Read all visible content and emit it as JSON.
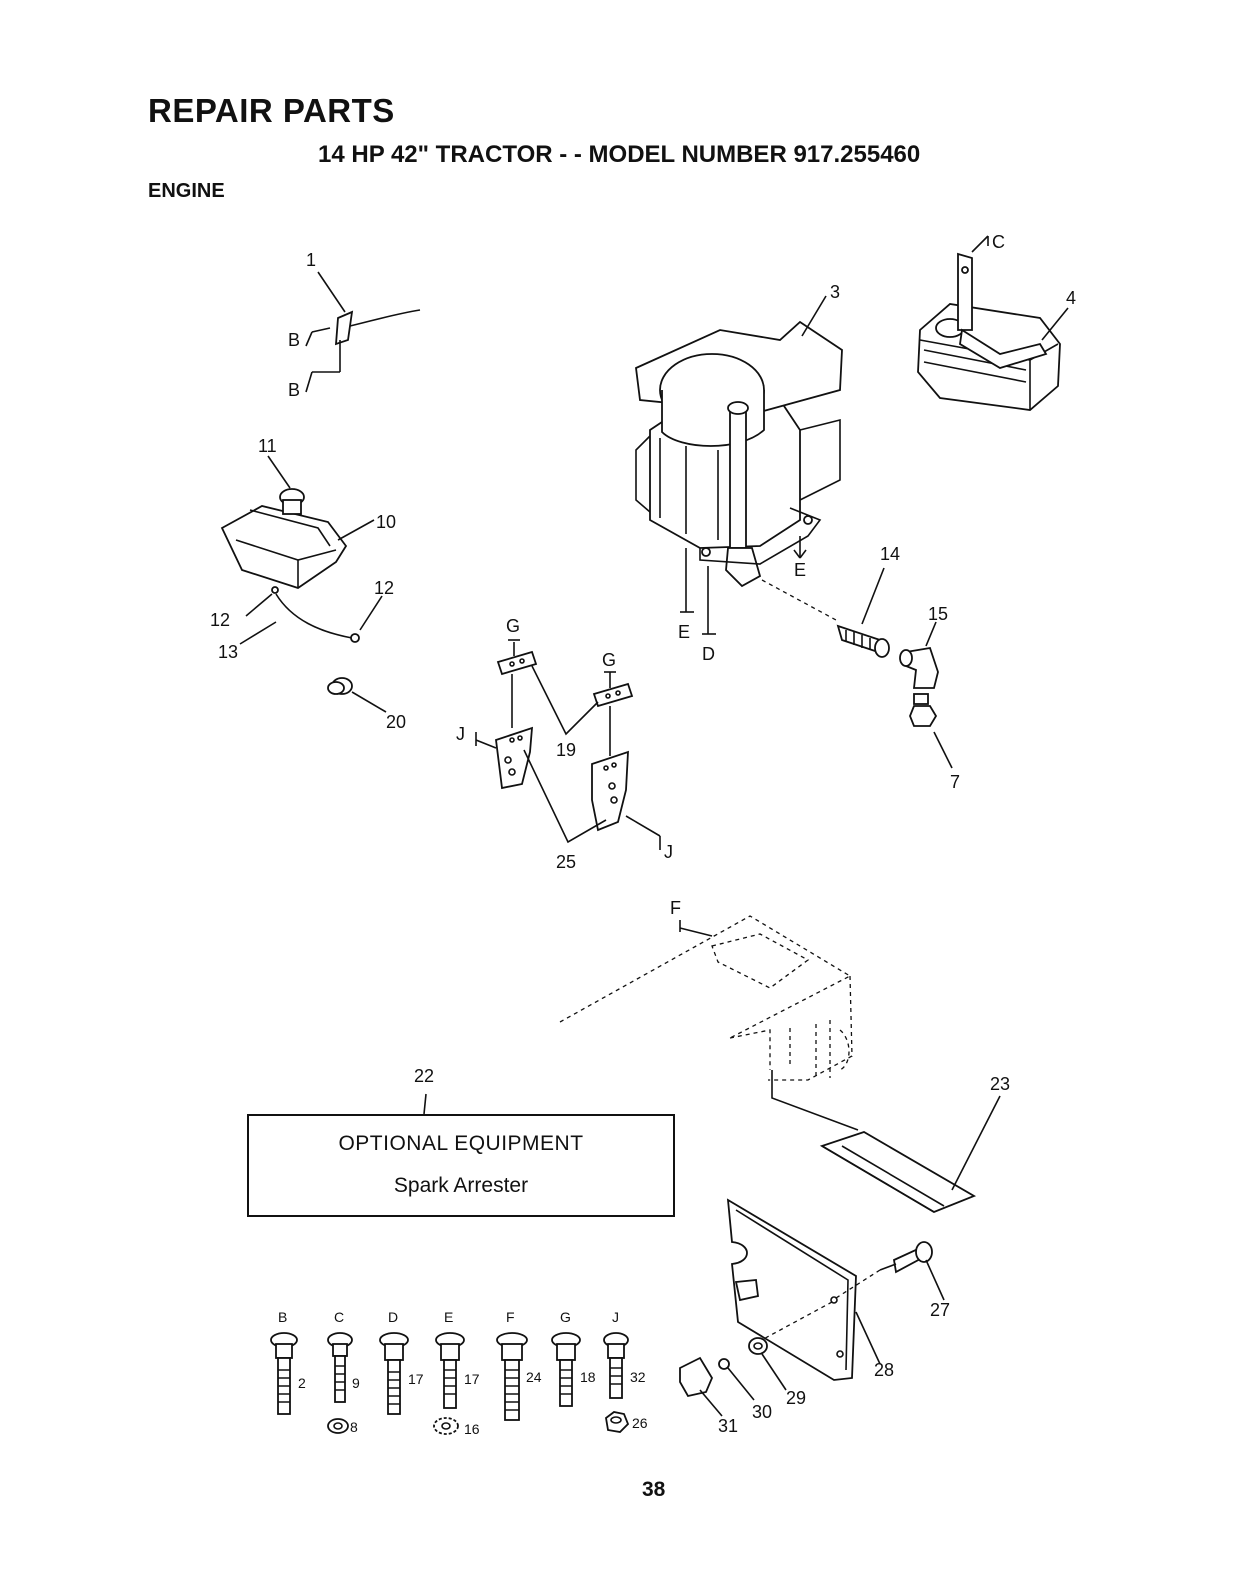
{
  "header": {
    "title": "REPAIR PARTS",
    "subtitle": "14 HP 42\" TRACTOR - - MODEL NUMBER 917.255460",
    "section": "ENGINE"
  },
  "optional_box": {
    "line1": "OPTIONAL EQUIPMENT",
    "line2": "Spark Arrester"
  },
  "page_number": "38",
  "callouts": {
    "c1": "1",
    "c3": "3",
    "c4": "4",
    "c7": "7",
    "c10": "10",
    "c11": "11",
    "c12a": "12",
    "c12b": "12",
    "c13": "13",
    "c14": "14",
    "c15": "15",
    "c19": "19",
    "c20": "20",
    "c22": "22",
    "c23": "23",
    "c25": "25",
    "c27": "27",
    "c28": "28",
    "c29": "29",
    "c30": "30",
    "c31": "31"
  },
  "ref_letters": {
    "B1": "B",
    "B2": "B",
    "C": "C",
    "D": "D",
    "E1": "E",
    "E2": "E",
    "F": "F",
    "G1": "G",
    "G2": "G",
    "J1": "J",
    "J2": "J"
  },
  "hardware_key": [
    {
      "letter": "B",
      "part": "2"
    },
    {
      "letter": "C",
      "part": "9",
      "washer": "8"
    },
    {
      "letter": "D",
      "part": "17"
    },
    {
      "letter": "E",
      "part": "17",
      "washer": "16"
    },
    {
      "letter": "F",
      "part": "24"
    },
    {
      "letter": "G",
      "part": "18"
    },
    {
      "letter": "J",
      "part": "32",
      "washer": "26"
    }
  ]
}
